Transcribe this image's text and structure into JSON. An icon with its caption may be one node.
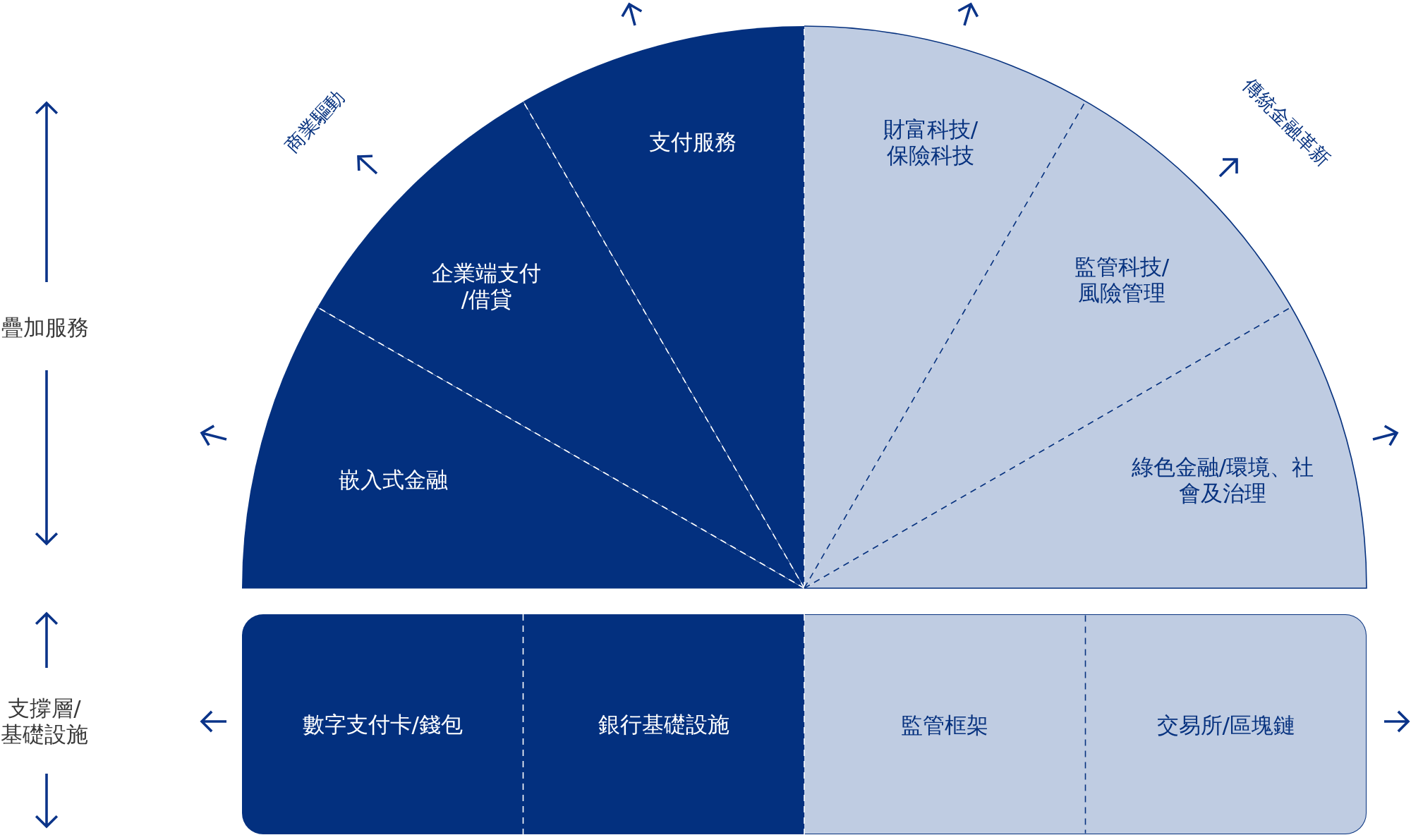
{
  "diagram": {
    "nodes": [
      {
        "text": [
          "嵌入式金融"
        ]
      },
      {
        "text": [
          "企業端支付/借貸"
        ]
      },
      {
        "text": [
          "支付服務"
        ]
      },
      {
        "text": [
          "財富科技/保險科技"
        ]
      },
      {
        "text": [
          "監管科技/風險管理"
        ]
      },
      {
        "text": [
          "綠色金融/環境、社會及治理"
        ]
      },
      {
        "text": [
          "數字支付卡/錢包"
        ]
      },
      {
        "text": [
          "銀行基礎設施"
        ]
      },
      {
        "text": [
          "監管框架"
        ]
      },
      {
        "text": [
          "交易所/區塊鏈"
        ]
      }
    ],
    "labels": [
      "商業驅動",
      "傳統金融革新",
      "疊加服務",
      "支撐層/基礎設施"
    ]
  }
}
